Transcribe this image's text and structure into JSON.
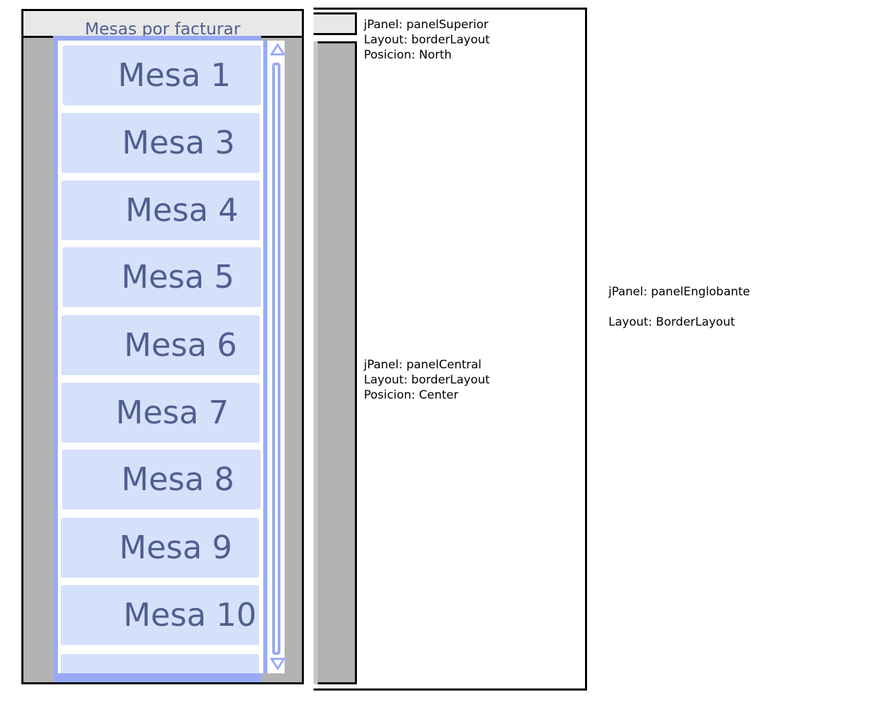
{
  "mockup": {
    "title": "Mesas por facturar",
    "mesas": [
      "Mesa 1",
      "Mesa 3",
      "Mesa 4",
      "Mesa 5",
      "Mesa 6",
      "Mesa 7",
      "Mesa 8",
      "Mesa 9",
      "Mesa 10"
    ]
  },
  "annotations": {
    "superior": {
      "panel": "jPanel: panelSuperior",
      "layout": "Layout: borderLayout",
      "posicion": "Posicion: North"
    },
    "central": {
      "panel": "jPanel: panelCentral",
      "layout": "Layout: borderLayout",
      "posicion": "Posicion: Center"
    },
    "englobante": {
      "panel": "jPanel: panelEnglobante",
      "layout": "Layout: BorderLayout"
    }
  },
  "colors": {
    "list_border": "#99aaf5",
    "button_fill": "#d5e0fb",
    "button_text": "#4f5f8f",
    "panel_gray": "#b3b3b3"
  }
}
